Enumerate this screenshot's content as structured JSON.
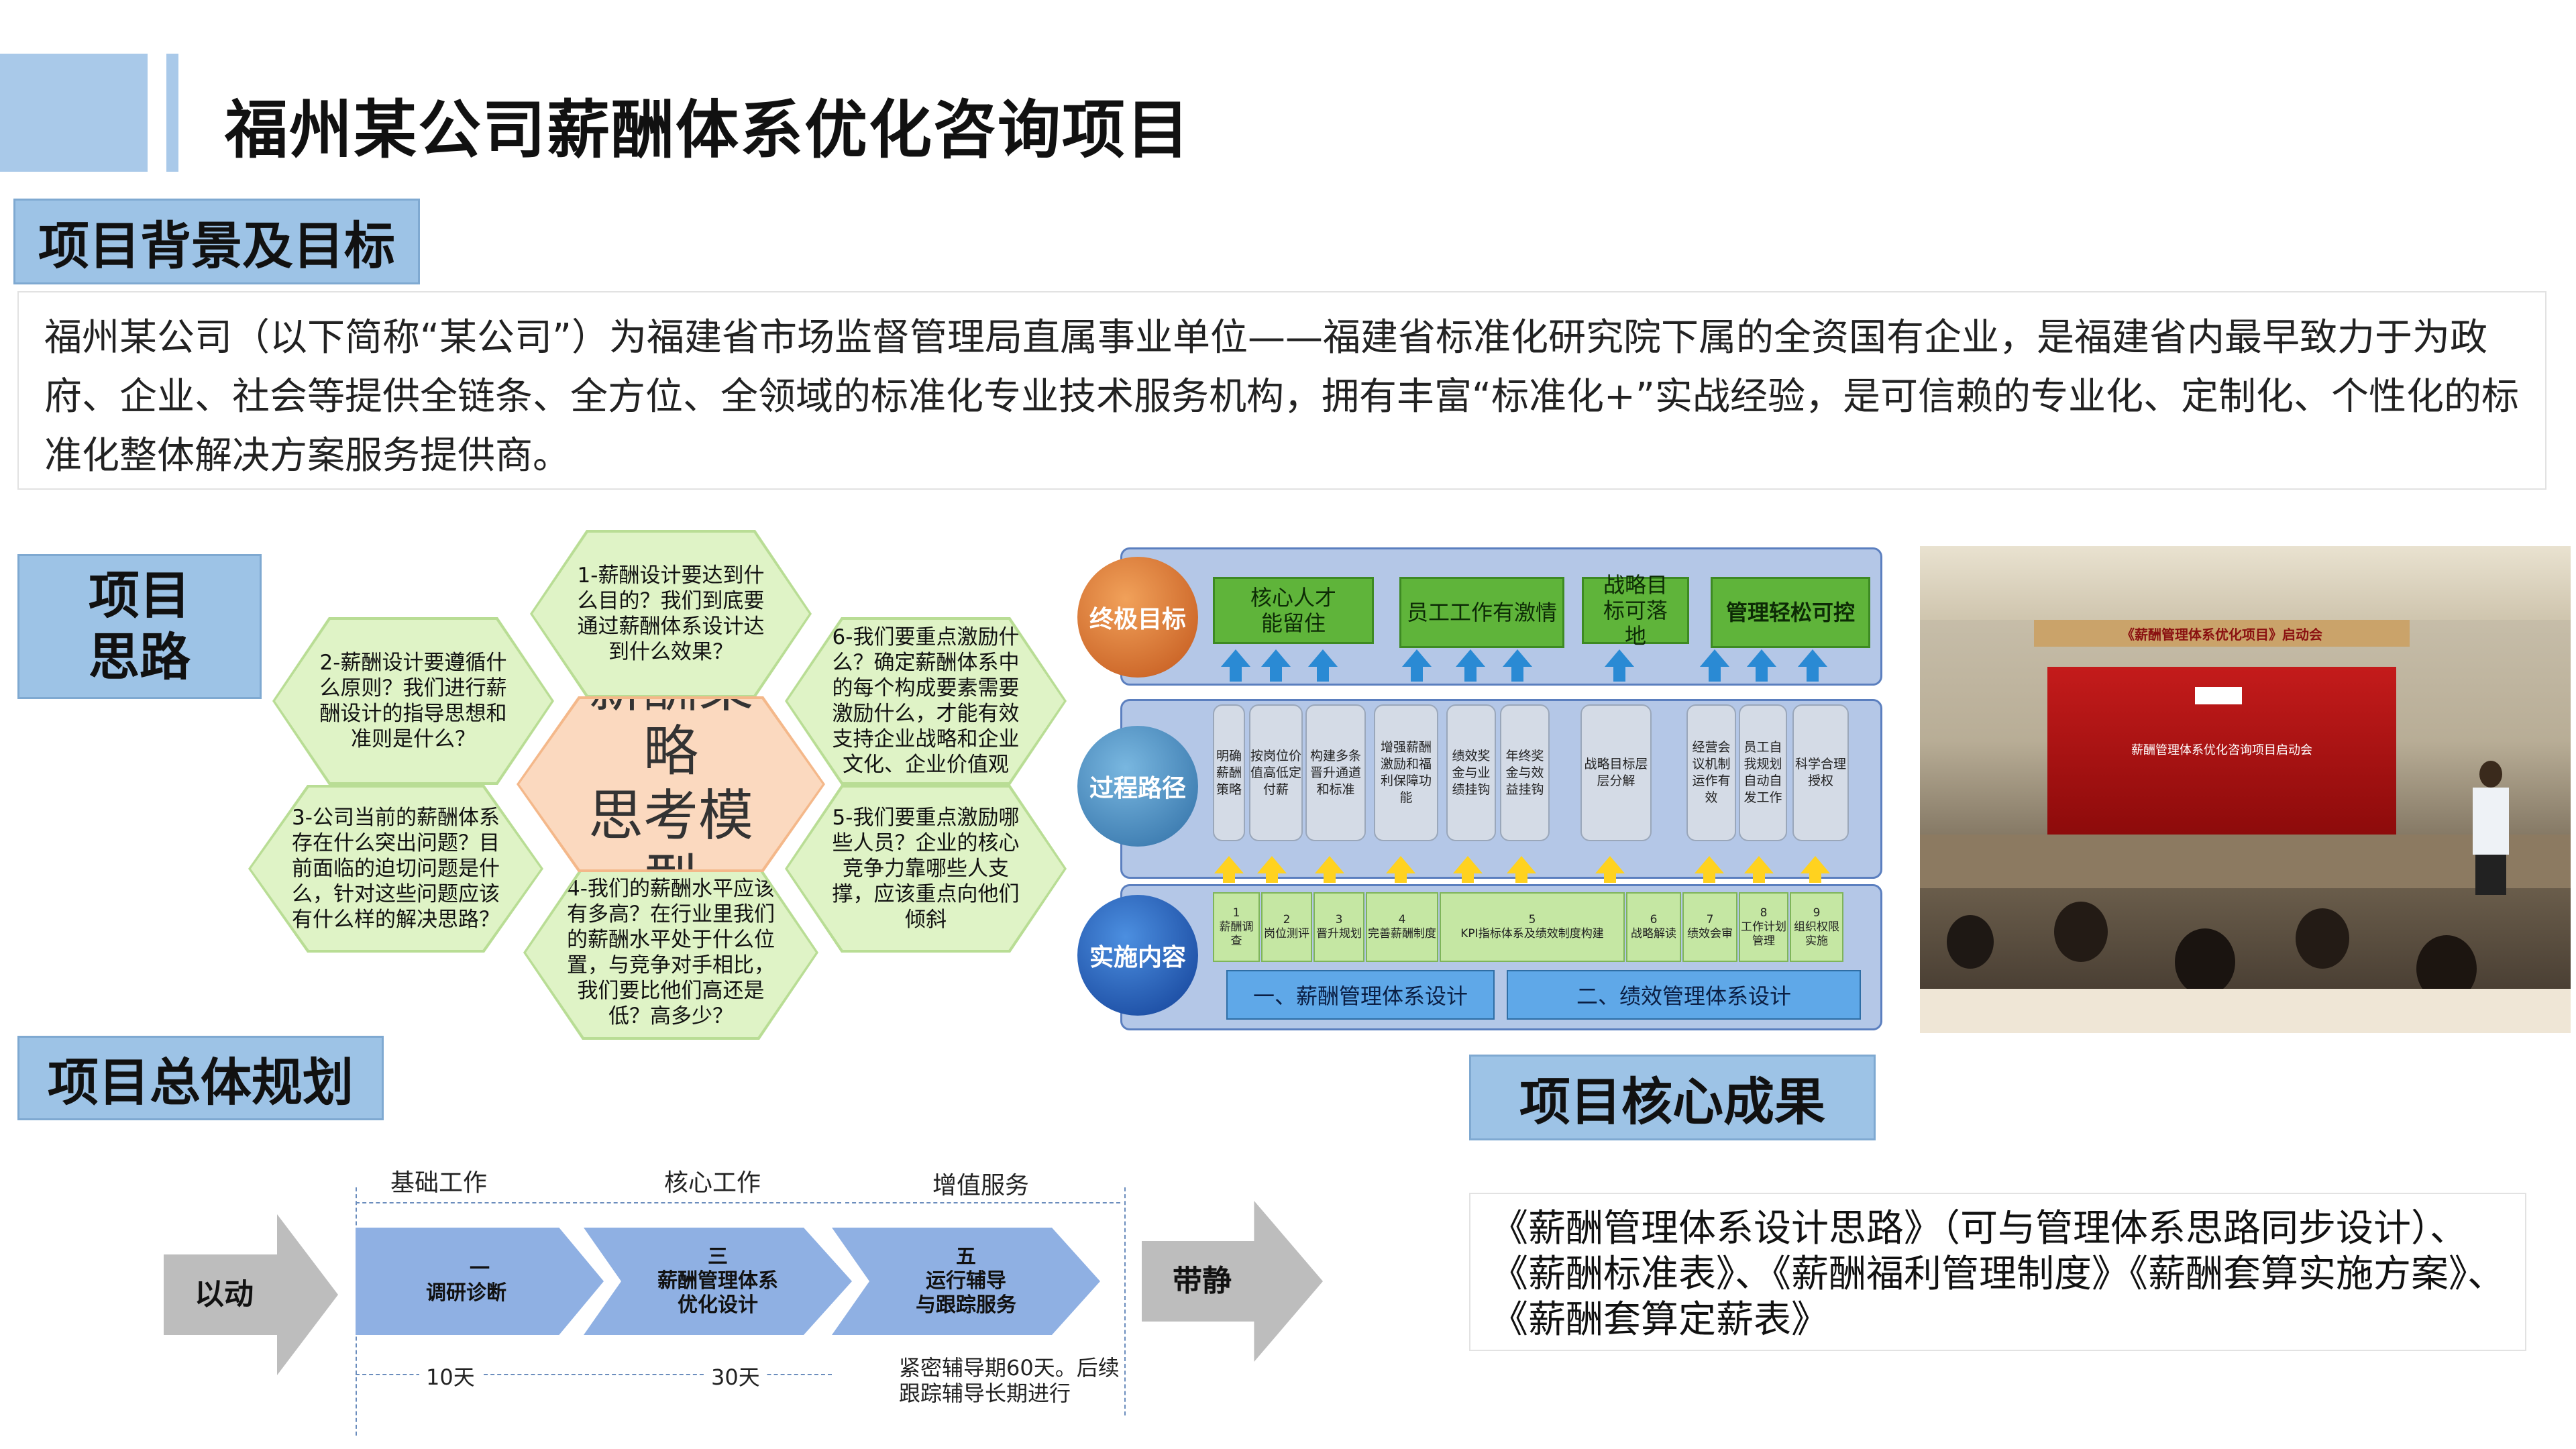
{
  "header": {
    "title": "福州某公司薪酬体系优化咨询项目"
  },
  "background": {
    "label": "项目背景及目标",
    "text": "福州某公司（以下简称“某公司”）为福建省市场监督管理局直属事业单位——福建省标准化研究院下属的全资国有企业，是福建省内最早致力于为政府、企业、社会等提供全链条、全方位、全领域的标准化专业技术服务机构，拥有丰富“标准化+”实战经验，是可信赖的专业化、定制化、个性化的标准化整体解决方案服务提供商。"
  },
  "approach": {
    "label_line1": "项目",
    "label_line2": "思路",
    "center_line1": "薪酬策略",
    "center_line2": "思考模型",
    "hex": [
      "1-薪酬设计要达到什么目的？我们到底要通过薪酬体系设计达到什么效果？",
      "2-薪酬设计要遵循什么原则？我们进行薪酬设计的指导思想和准则是什么？",
      "3-公司当前的薪酬体系存在什么突出问题？目前面临的迫切问题是什么，针对这些问题应该有什么样的解决思路？",
      "4-我们的薪酬水平应该有多高？在行业里我们的薪酬水平处于什么位置，与竞争对手相比，我们要比他们高还是低？高多少？",
      "5-我们要重点激励哪些人员？企业的核心竞争力靠哪些人支撑，应该重点向他们倾斜",
      "6-我们要重点激励什么？确定薪酬体系中的每个构成要素需要激励什么，才能有效支持企业战略和企业文化、企业价值观"
    ]
  },
  "framework": {
    "row_labels": [
      "终极目标",
      "过程路径",
      "实施内容"
    ],
    "goals": [
      "核心人才能留住",
      "员工工作有激情",
      "战略目标可落地",
      "管理轻松可控"
    ],
    "process": [
      "明确薪酬策略",
      "按岗位价值高低定付薪",
      "构建多条晋升通道和标准",
      "增强薪酬激励和福利保障功能",
      "绩效奖金与业绩挂钩",
      "年终奖金与效益挂钩",
      "战略目标层层分解",
      "经营会议机制运作有效",
      "员工自我规划自动自发工作",
      "科学合理授权"
    ],
    "content": [
      "1\n薪酬调查",
      "2\n岗位测评",
      "3\n晋升规划",
      "4\n完善薪酬制度",
      "5\nKPI指标体系及绩效制度构建",
      "6\n战略解读",
      "7\n绩效会审",
      "8\n工作计划管理",
      "9\n组织权限实施"
    ],
    "modules": [
      "一、薪酬管理体系设计",
      "二、绩效管理体系设计"
    ]
  },
  "photo": {
    "banner_text": "《薪酬管理体系优化项目》启动会",
    "screen_text": "薪酬管理体系优化咨询项目启动会"
  },
  "plan": {
    "label": "项目总体规划",
    "left_arrow": "以动",
    "right_arrow": "带静",
    "phases": [
      {
        "category": "基础工作",
        "step": "一",
        "name": "调研诊断",
        "duration": "10天"
      },
      {
        "category": "核心工作",
        "step": "三",
        "name": "薪酬管理体系\n优化设计",
        "duration": "30天"
      },
      {
        "category": "增值服务",
        "step": "五",
        "name": "运行辅导\n与跟踪服务",
        "duration": "紧密辅导期60天。后续跟踪辅导长期进行"
      }
    ]
  },
  "results": {
    "label": "项目核心成果",
    "text": "《薪酬管理体系设计思路》（可与管理体系思路同步设计）、《薪酬标准表》、《薪酬福利管理制度》《薪酬套算实施方案》、《薪酬套算定薪表》"
  }
}
